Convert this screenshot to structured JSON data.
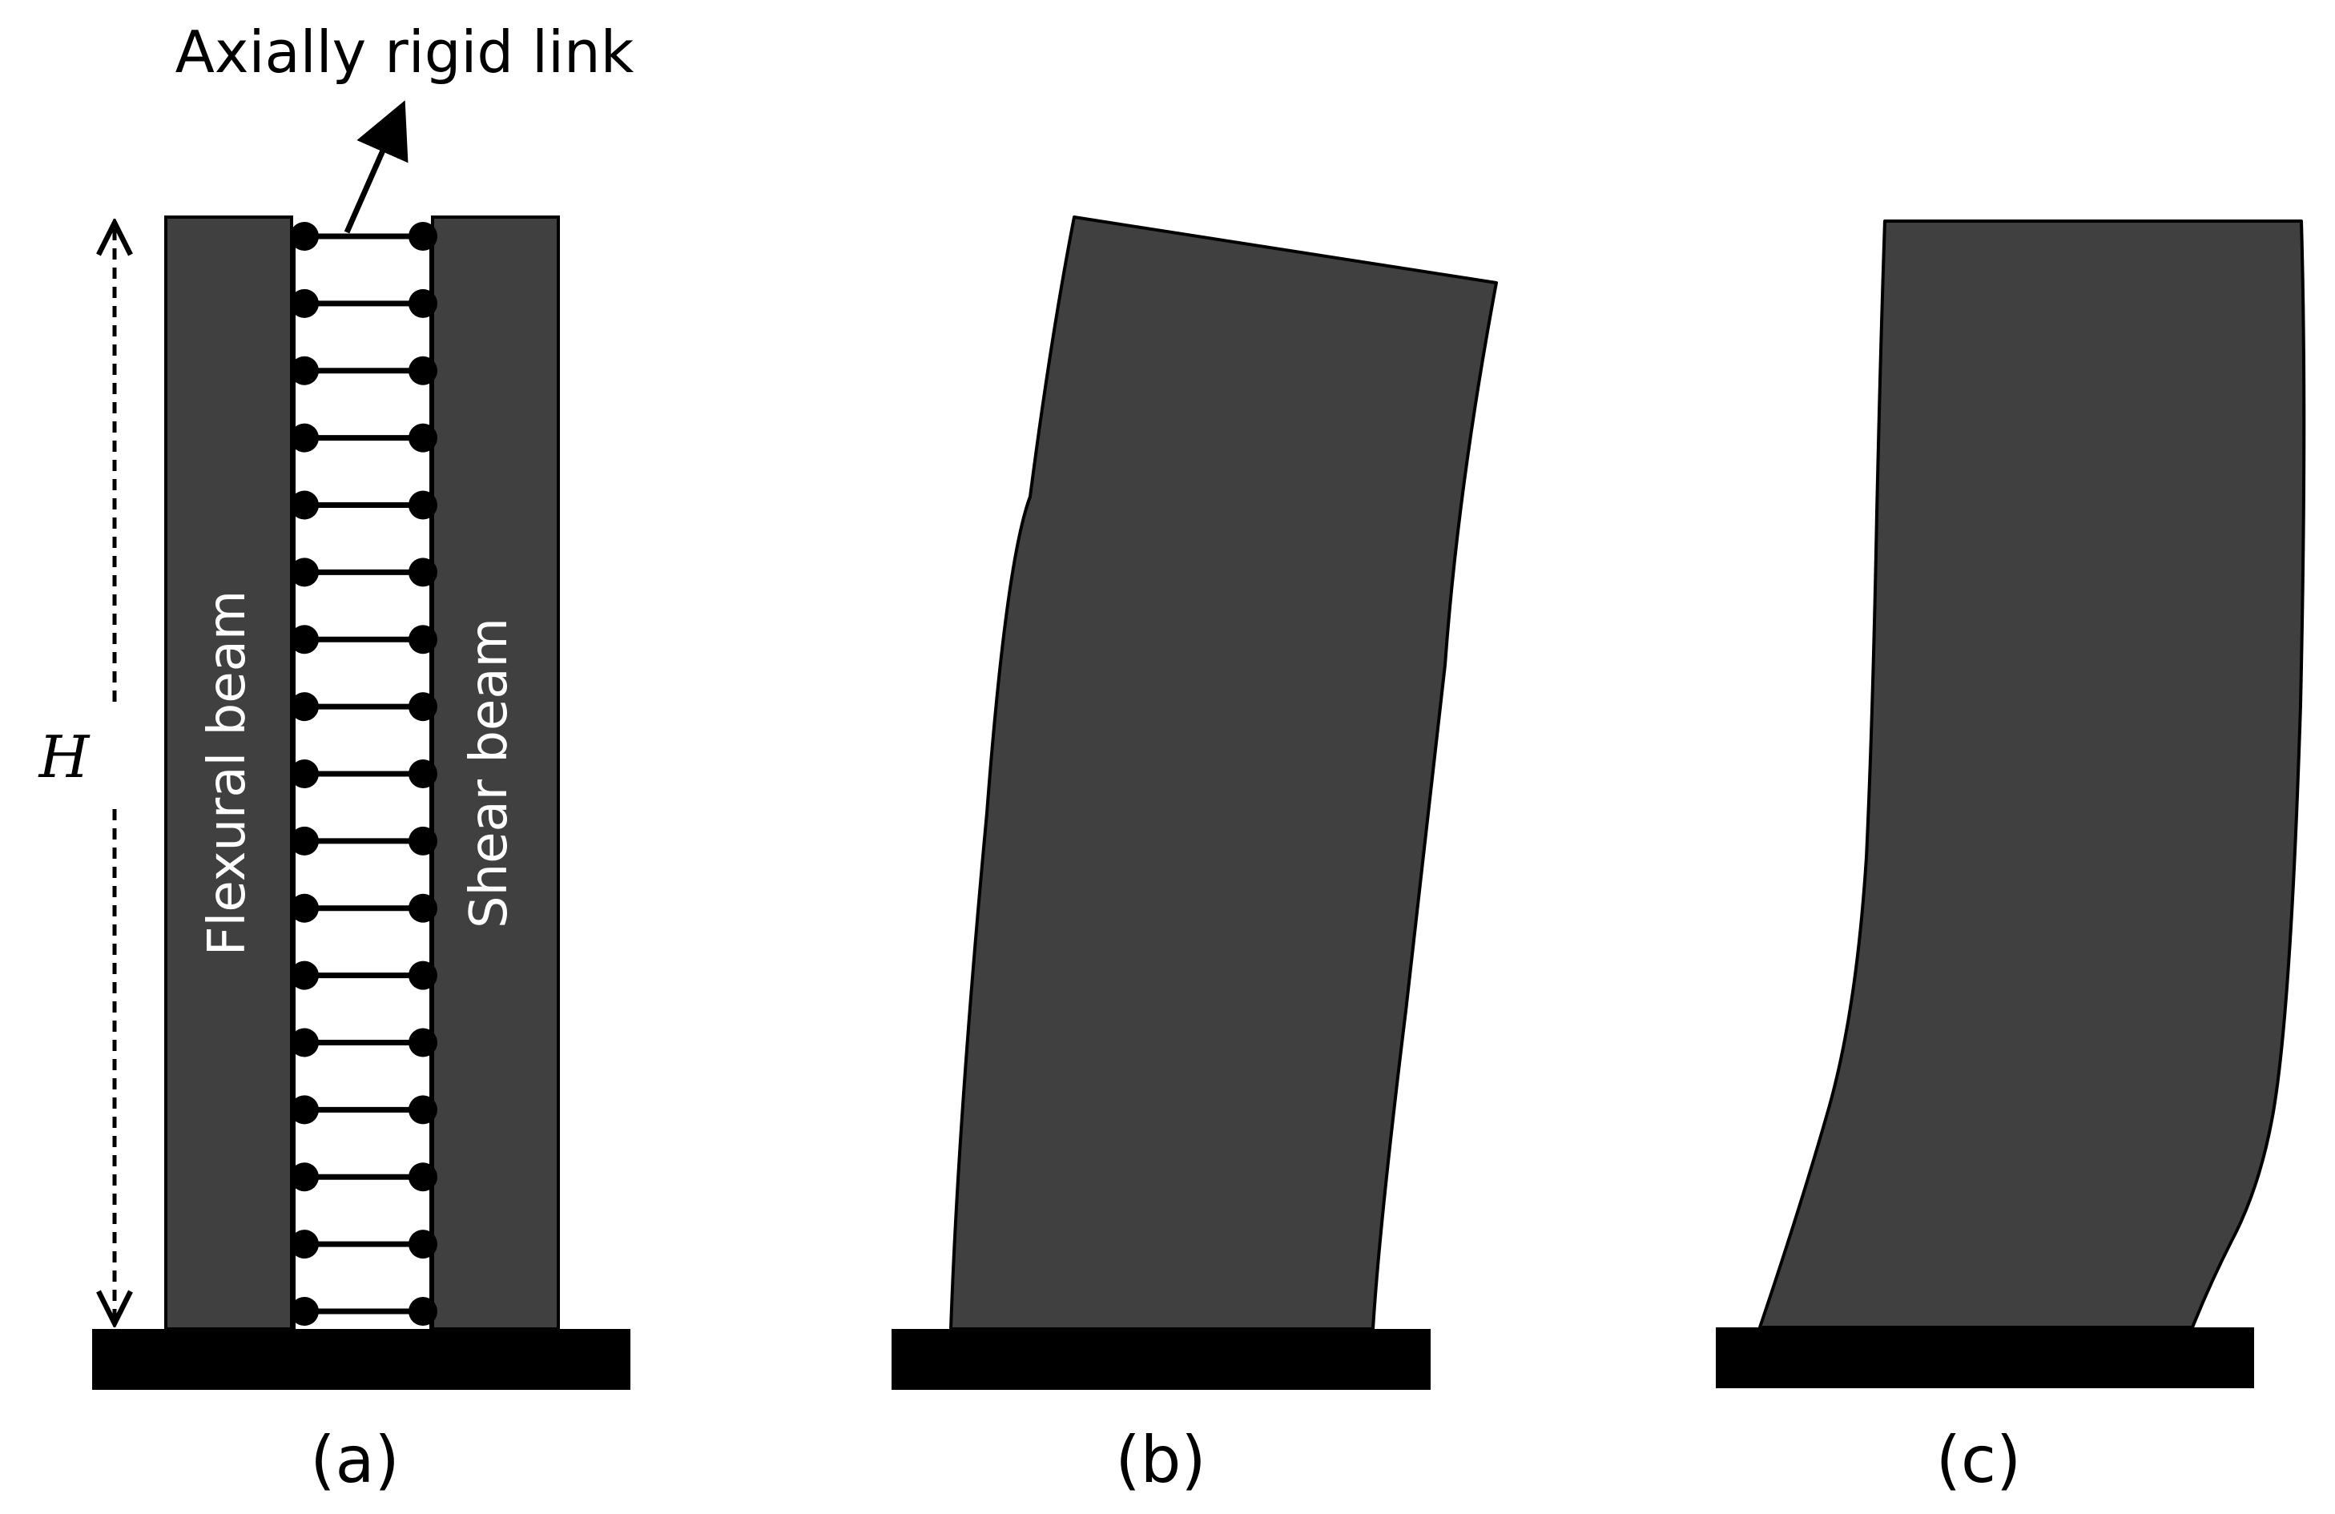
{
  "labels": {
    "link_label": "Axially rigid link",
    "height_symbol": "H",
    "flexural_beam": "Flexural beam",
    "shear_beam": "Shear beam",
    "panel_a": "(a)",
    "panel_b": "(b)",
    "panel_c": "(c)"
  },
  "colors": {
    "beam_fill": "#404040",
    "outline": "#000000",
    "ground": "#000000",
    "beam_text": "#ffffff",
    "text": "#000000",
    "background": "#ffffff"
  },
  "diagram": {
    "link_count": 17
  }
}
